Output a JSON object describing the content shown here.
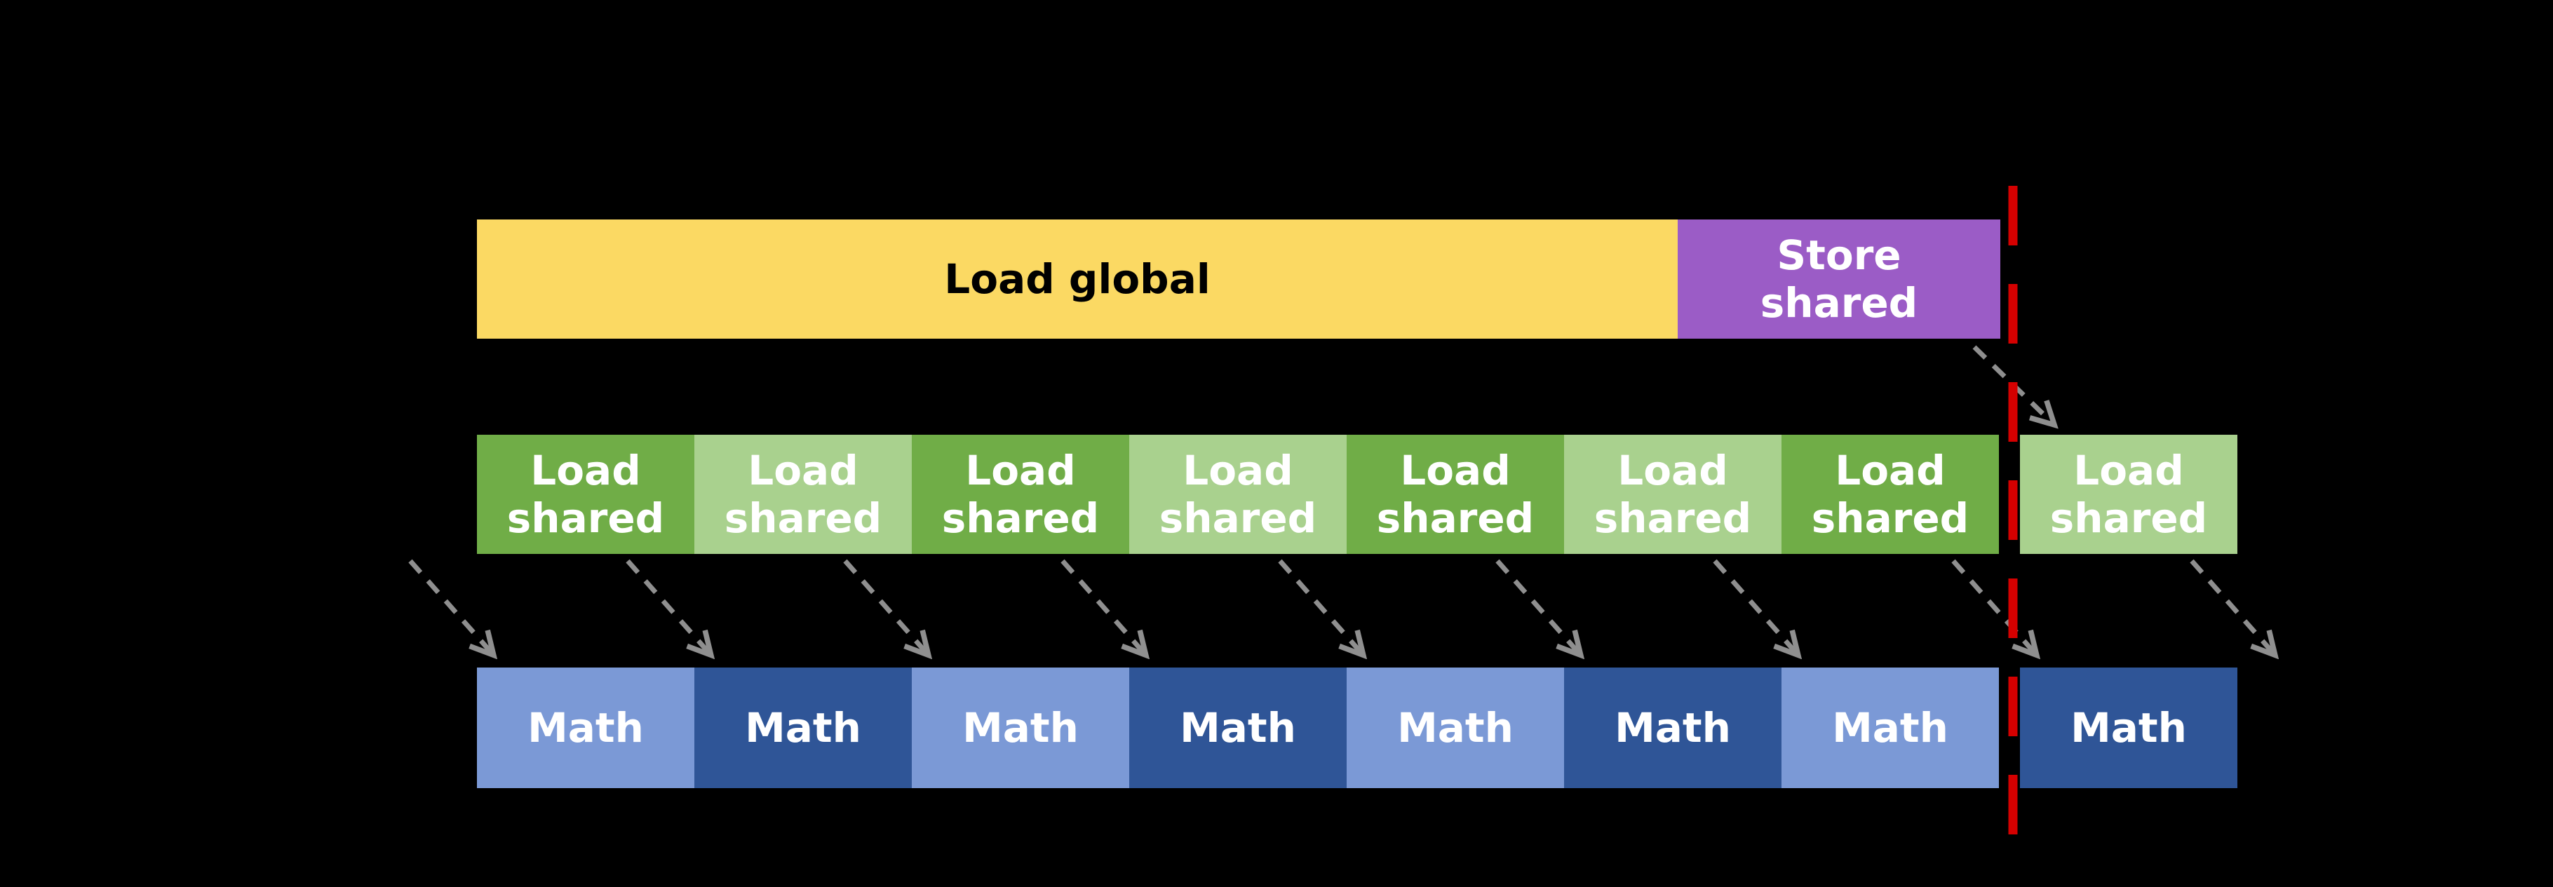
{
  "colors": {
    "bg": "#000000",
    "load-global": "#FBD963",
    "store-shared": "#9B5CC6",
    "green-dark": "#70AD47",
    "green-light": "#A9D18E",
    "blue-light": "#7B99D6",
    "blue-dark": "#2F5597",
    "arrow": "#8F8F8F",
    "divider": "#D40000",
    "text-dark": "#000000",
    "text-light": "#FFFFFF"
  },
  "top_row": {
    "load_global": "Load global",
    "store_shared": "Store\nshared"
  },
  "load_shared_blocks": [
    {
      "label": "Load\nshared"
    },
    {
      "label": "Load\nshared"
    },
    {
      "label": "Load\nshared"
    },
    {
      "label": "Load\nshared"
    },
    {
      "label": "Load\nshared"
    },
    {
      "label": "Load\nshared"
    },
    {
      "label": "Load\nshared"
    },
    {
      "label": "Load\nshared"
    }
  ],
  "math_blocks": [
    {
      "label": "Math"
    },
    {
      "label": "Math"
    },
    {
      "label": "Math"
    },
    {
      "label": "Math"
    },
    {
      "label": "Math"
    },
    {
      "label": "Math"
    },
    {
      "label": "Math"
    },
    {
      "label": "Math"
    }
  ]
}
